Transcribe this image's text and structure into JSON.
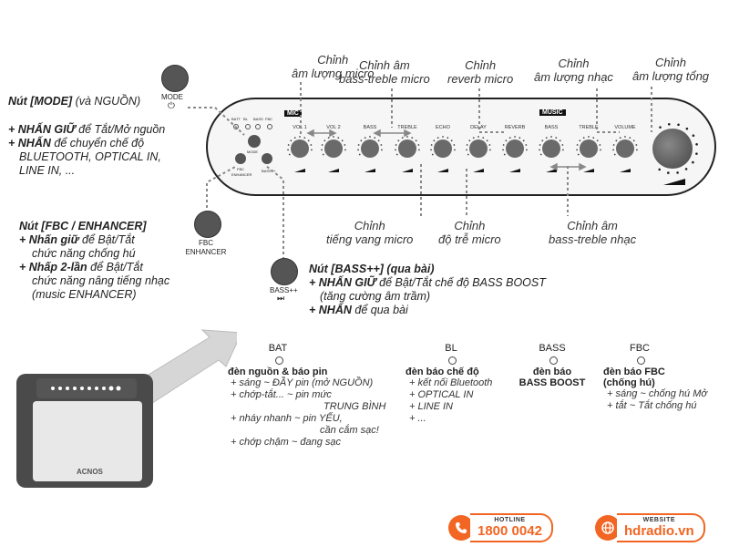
{
  "callouts": {
    "mic_volume": [
      "Chỉnh",
      "âm lượng micro"
    ],
    "mic_bass_treble": [
      "Chỉnh âm",
      "bass-treble micro"
    ],
    "mic_reverb": [
      "Chỉnh",
      "reverb micro"
    ],
    "music_volume": [
      "Chỉnh",
      "âm lượng nhạc"
    ],
    "master_volume": [
      "Chỉnh",
      "âm lượng tổng"
    ],
    "echo": [
      "Chỉnh",
      "tiếng vang micro"
    ],
    "delay": [
      "Chỉnh",
      "độ trễ micro"
    ],
    "music_bass_treble": [
      "Chỉnh âm",
      "bass-treble nhạc"
    ]
  },
  "mode": {
    "title_bold": "Nút [MODE]",
    "title_rest": " (và NGUỒN)",
    "button_label": "MODE",
    "lines": [
      {
        "bold": "+ NHẤN GIỮ",
        "rest": " để Tắt/Mở nguồn"
      },
      {
        "bold": "+ NHẤN",
        "rest": " để chuyển chế độ"
      },
      {
        "bold": "",
        "rest": "BLUETOOTH, OPTICAL IN,"
      },
      {
        "bold": "",
        "rest": "LINE IN, ..."
      }
    ]
  },
  "fbc": {
    "title": "Nút [FBC / ENHANCER]",
    "button_label": [
      "FBC",
      "ENHANCER"
    ],
    "lines": [
      {
        "bold": "+ Nhấn giữ",
        "rest": " để Bật/Tắt"
      },
      {
        "bold": "",
        "rest": "chức năng chống hú"
      },
      {
        "bold": "+ Nhấp 2-lần",
        "rest": " để Bật/Tắt"
      },
      {
        "bold": "",
        "rest": "chức năng nâng tiếng nhạc"
      },
      {
        "bold": "",
        "rest": "(music ENHANCER)"
      }
    ]
  },
  "bass_plus": {
    "title": "Nút [BASS++] (qua bài)",
    "button_label": "BASS++",
    "button_symbol": "⏭",
    "lines": [
      {
        "bold": "+ NHẤN GIỮ",
        "rest": " để Bật/Tắt chế độ BASS BOOST"
      },
      {
        "bold": "",
        "rest": "(tăng cường âm trầm)"
      },
      {
        "bold": "+ NHẤN",
        "rest": " để qua bài"
      }
    ]
  },
  "panel": {
    "mic_tag": "MIC",
    "music_tag": "MUSIC",
    "knobs": [
      "VOL 1",
      "VOL 2",
      "BASS",
      "TREBLE",
      "ECHO",
      "DELAY",
      "REVERB",
      "BASS",
      "TREBLE",
      "VOLUME"
    ],
    "indicators": [
      "BATT",
      "BL",
      "BASS",
      "FBC"
    ],
    "mode_label": "MODE",
    "fbc_label": [
      "FBC",
      "ENHANCER"
    ],
    "bass_label": "BASS++"
  },
  "legend": [
    {
      "tag": "BAT",
      "title": "đèn nguồn & báo pin",
      "title_bold": false,
      "items": [
        "+ sáng ~ ĐẦY pin (mở NGUỒN)",
        "+ chớp-tắt... ~ pin mức",
        "TRUNG BÌNH",
        "+ nháy nhanh ~ pin YẾU,",
        "cần cắm sạc!",
        "+ chớp chậm ~ đang sạc"
      ]
    },
    {
      "tag": "BL",
      "title": "đèn báo chế độ",
      "title_bold": false,
      "items": [
        "+ kết nối Bluetooth",
        "+ OPTICAL IN",
        "+ LINE IN",
        "+ ..."
      ]
    },
    {
      "tag": "BASS",
      "title": [
        "đèn báo",
        "BASS BOOST"
      ],
      "title_bold": true,
      "items": []
    },
    {
      "tag": "FBC",
      "title": [
        "đèn báo FBC",
        "(chống hú)"
      ],
      "title_bold": false,
      "items": [
        "+ sáng ~ chống hú Mở",
        "+ tắt ~ Tắt chống hú"
      ]
    }
  ],
  "hotline": {
    "caption": "HOTLINE",
    "value": "1800 0042"
  },
  "website": {
    "caption": "WEBSITE",
    "value": "hdradio.vn"
  },
  "speaker": {
    "brand": "ACNOS"
  },
  "colors": {
    "accent": "#f26522",
    "panel": "#f4f4f4",
    "knob": "#6a6a6a"
  }
}
